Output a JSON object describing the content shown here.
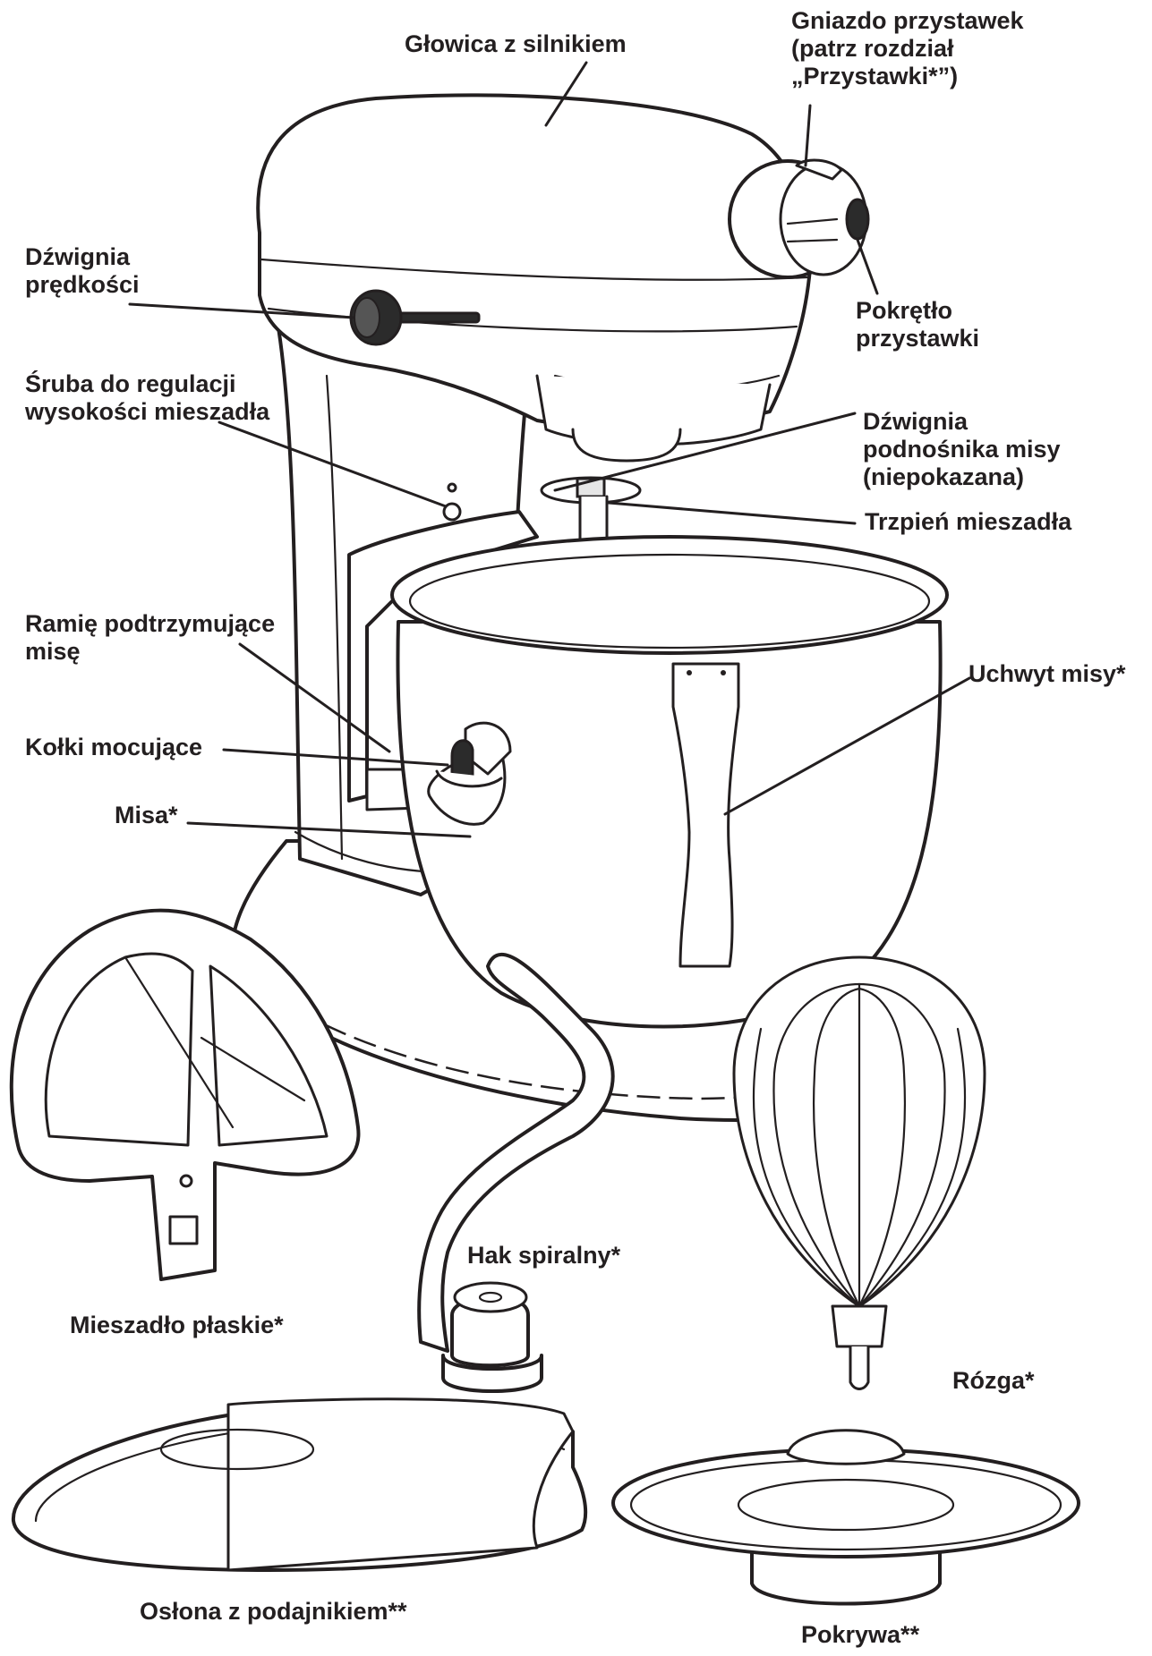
{
  "labels": {
    "motor_head": "Głowica z silnikiem",
    "attachment_hub": "Gniazdo przystawek\n(patrz rozdział\n„Przystawki*”)",
    "speed_lever": "Dźwignia\nprędkości",
    "hub_knob": "Pokrętło\nprzystawki",
    "beater_height_screw": "Śruba do regulacji\nwysokości mieszadła",
    "bowl_lift_lever": "Dźwignia\npodnośnika misy\n(niepokazana)",
    "beater_shaft": "Trzpień mieszadła",
    "bowl_support": "Ramię podtrzymujące\nmisę",
    "bowl_handle": "Uchwyt misy*",
    "locating_pins": "Kołki mocujące",
    "bowl": "Misa*",
    "dough_hook": "Hak spiralny*",
    "flat_beater": "Mieszadło płaskie*",
    "wire_whip": "Rózga*",
    "pouring_shield": "Osłona z podajnikiem**",
    "bowl_cover": "Pokrywa**"
  }
}
